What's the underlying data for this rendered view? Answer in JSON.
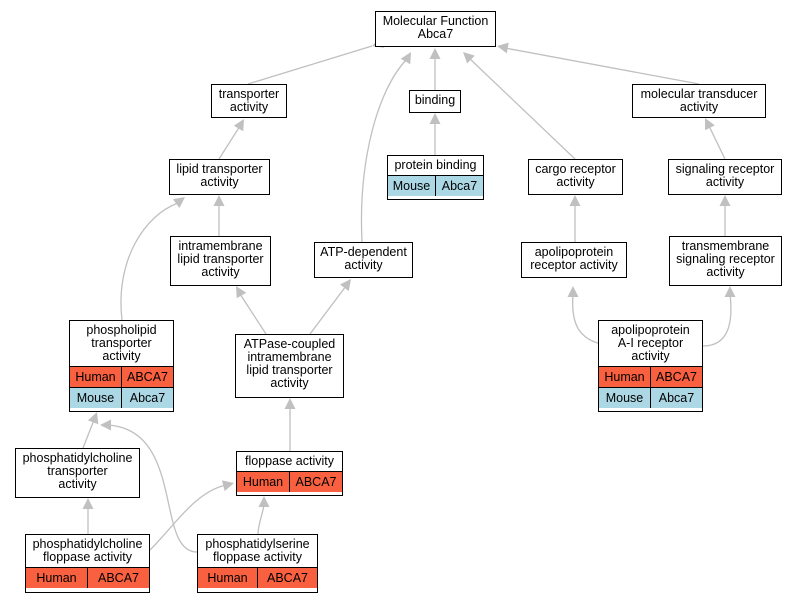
{
  "colors": {
    "edge": "#c0c0c0",
    "human": "#f9603f",
    "mouse": "#acd8e6"
  },
  "nodes": {
    "root": {
      "lines": [
        "Molecular Function",
        "Abca7"
      ]
    },
    "transporter": {
      "lines": [
        "transporter",
        "activity"
      ]
    },
    "binding": {
      "lines": [
        "binding"
      ]
    },
    "transducer": {
      "lines": [
        "molecular transducer",
        "activity"
      ]
    },
    "lipid_transporter": {
      "lines": [
        "lipid transporter",
        "activity"
      ]
    },
    "protein_binding": {
      "lines": [
        "protein binding"
      ],
      "annotations": [
        {
          "species": "Mouse",
          "gene": "Abca7"
        }
      ]
    },
    "cargo_receptor": {
      "lines": [
        "cargo receptor",
        "activity"
      ]
    },
    "signaling_receptor": {
      "lines": [
        "signaling receptor",
        "activity"
      ]
    },
    "intramembrane": {
      "lines": [
        "intramembrane",
        "lipid transporter",
        "activity"
      ]
    },
    "atp_dependent": {
      "lines": [
        "ATP-dependent",
        "activity"
      ]
    },
    "apolipoprotein_receptor": {
      "lines": [
        "apolipoprotein",
        "receptor activity"
      ]
    },
    "transmembrane": {
      "lines": [
        "transmembrane",
        "signaling receptor",
        "activity"
      ]
    },
    "phospholipid": {
      "lines": [
        "phospholipid",
        "transporter",
        "activity"
      ],
      "annotations": [
        {
          "species": "Human",
          "gene": "ABCA7"
        },
        {
          "species": "Mouse",
          "gene": "Abca7"
        }
      ]
    },
    "atpase": {
      "lines": [
        "ATPase-coupled",
        "intramembrane",
        "lipid transporter",
        "activity"
      ]
    },
    "apoa1_receptor": {
      "lines": [
        "apolipoprotein",
        "A-I receptor",
        "activity"
      ],
      "annotations": [
        {
          "species": "Human",
          "gene": "ABCA7"
        },
        {
          "species": "Mouse",
          "gene": "Abca7"
        }
      ]
    },
    "pc_transporter": {
      "lines": [
        "phosphatidylcholine",
        "transporter",
        "activity"
      ]
    },
    "floppase": {
      "lines": [
        "floppase activity"
      ],
      "annotations": [
        {
          "species": "Human",
          "gene": "ABCA7"
        }
      ]
    },
    "pc_floppase": {
      "lines": [
        "phosphatidylcholine",
        "floppase activity"
      ],
      "annotations": [
        {
          "species": "Human",
          "gene": "ABCA7"
        }
      ]
    },
    "ps_floppase": {
      "lines": [
        "phosphatidylserine",
        "floppase activity"
      ],
      "annotations": [
        {
          "species": "Human",
          "gene": "ABCA7"
        }
      ]
    }
  }
}
